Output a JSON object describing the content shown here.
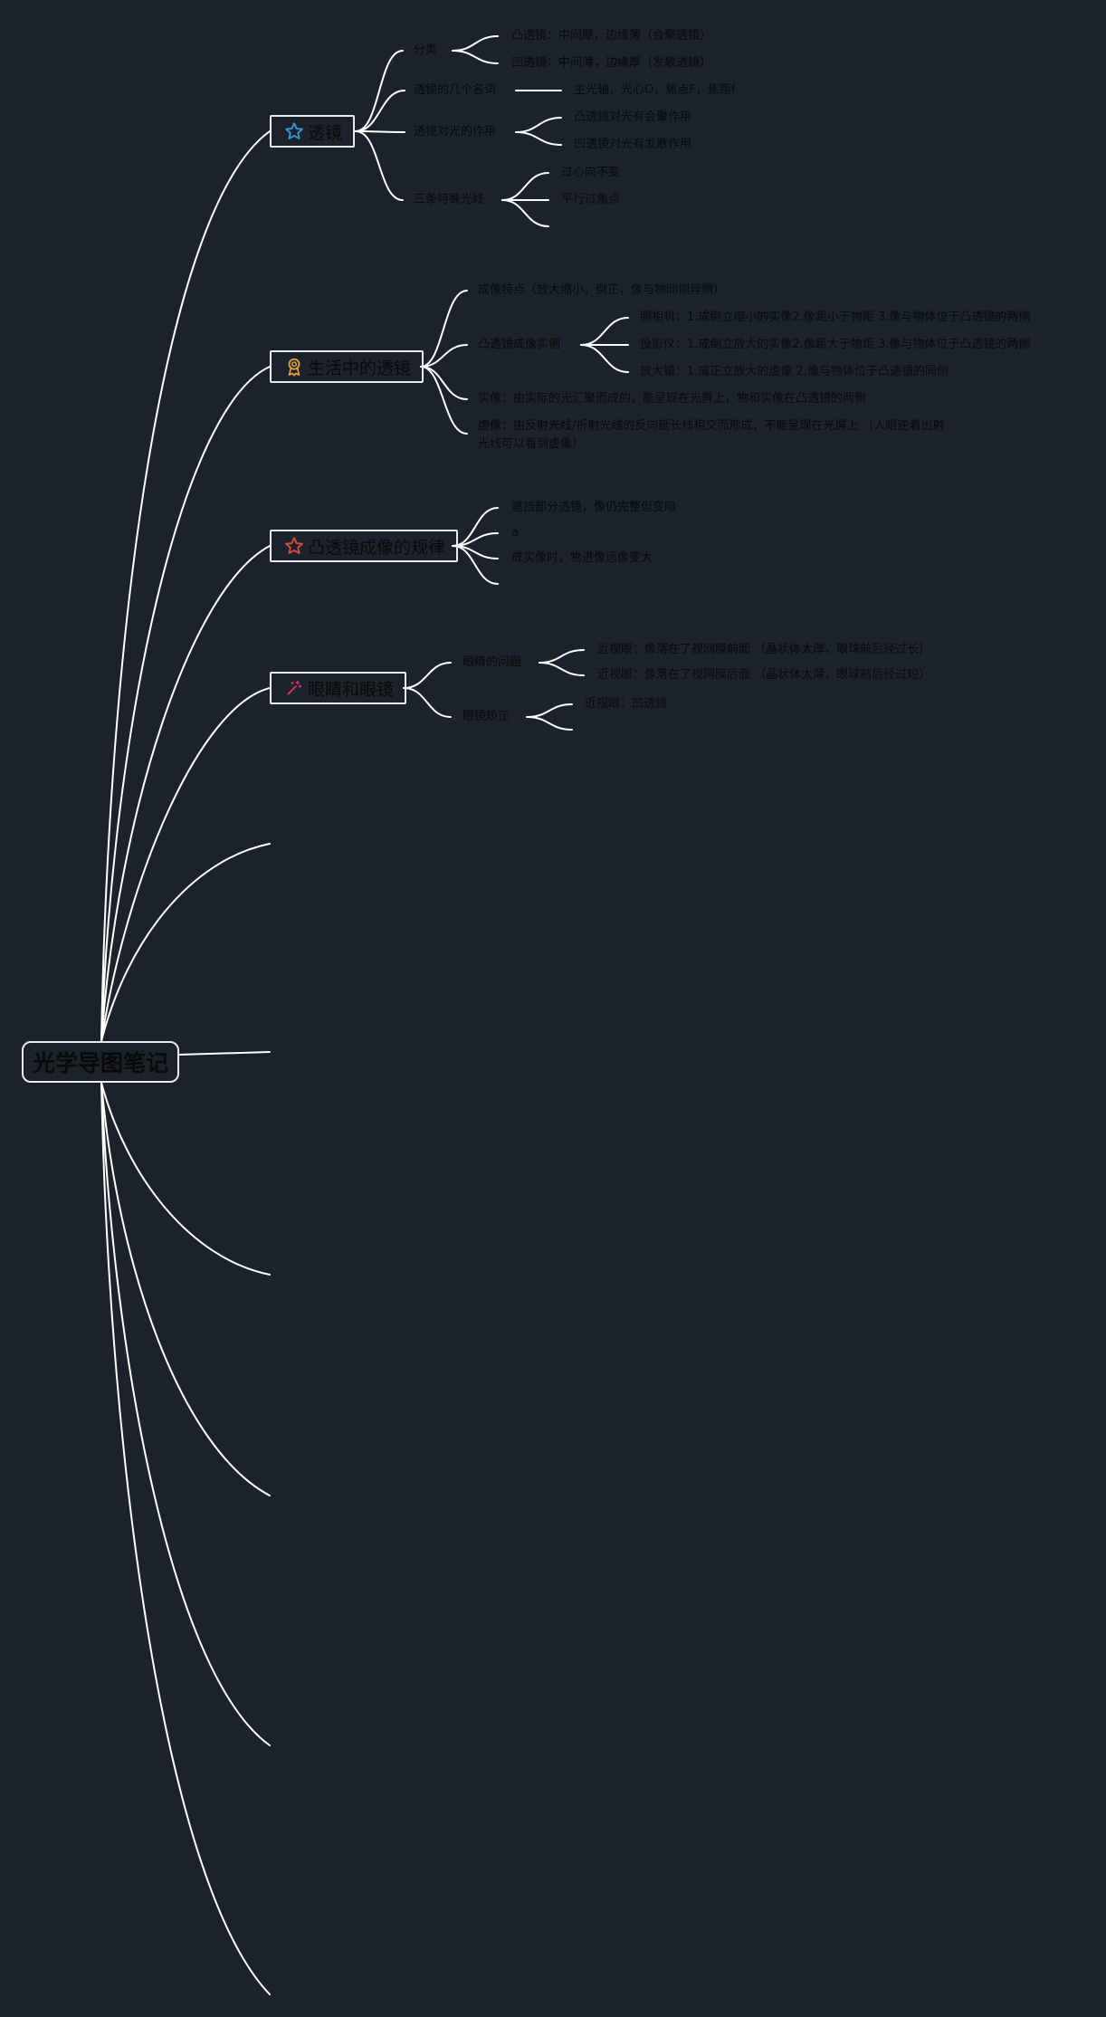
{
  "root": {
    "label": "光学导图笔记"
  },
  "topics": [
    {
      "label": "透镜",
      "icon": "star-outline-icon",
      "icon_color": "#2f9bd8",
      "subs": [
        {
          "label": "分类",
          "leaves": [
            "凸透镜：中间厚，边缘薄（会聚透镜）",
            "凹透镜：中间薄，边缘厚（发散透镜）"
          ]
        },
        {
          "label": "透镜的几个名词",
          "leaves": [
            "主光轴，光心O，焦点F，焦距f"
          ]
        },
        {
          "label": "透镜对光的作用",
          "leaves": [
            "凸透镜对光有会聚作用",
            "凹透镜对光有发散作用"
          ]
        },
        {
          "label": "三条特殊光线",
          "leaves": [
            "过心向不变",
            "平行过焦点",
            ""
          ]
        }
      ]
    },
    {
      "label": "生活中的透镜",
      "icon": "award-ribbon-icon",
      "icon_color": "#e8a33a",
      "subs": [
        {
          "label": "成像特点（放大缩小，倒正，像与物同侧异侧）"
        },
        {
          "label": "凸透镜成像实例",
          "leaves": [
            "照相机：1.成倒立缩小的实像2.像距小于物距 3.像与物体位于凸透镜的两侧",
            "投影仪：1.成倒立放大的实像2.像距大于物距 3.像与物体位于凸透镜的两侧",
            "放大镜：1.成正立放大的虚像 2.像与物体位于凸透镜的同侧"
          ]
        },
        {
          "label": "实像：由实际的光汇聚而成的，能呈现在光屏上，物和实像在凸透镜的两侧"
        },
        {
          "label": "虚像：由反射光线/折射光线的反向延长线相交而形成，不能呈现在光屏上 （人眼逆着出射光线可以看到虚像）"
        }
      ]
    },
    {
      "label": "凸透镜成像的规律",
      "icon": "star-outline-icon",
      "icon_color": "#e04a3b",
      "subs": [
        {
          "label": "遮挡部分透镜，像仍完整但变暗"
        },
        {
          "label": "a"
        },
        {
          "label": "成实像时，物进像远像变大"
        },
        {
          "label": ""
        }
      ]
    },
    {
      "label": "眼睛和眼镜",
      "icon": "magic-wand-icon",
      "icon_color": "#e0315e",
      "subs": [
        {
          "label": "眼睛的问题",
          "leaves": [
            "近视眼：像落在了视网膜前面 （晶状体太厚，眼球前后径过长）",
            "近视眼：像落在了视网膜后面 （晶状体太薄，眼球前后径过短）"
          ]
        },
        {
          "label": "眼镜矫正",
          "leaves": [
            "近视眼：凹透镜",
            ""
          ]
        }
      ]
    }
  ],
  "empty_branches": 6,
  "colors": {
    "background": "#1c222b",
    "line": "#ffffff",
    "text": "#0a0a0a"
  }
}
